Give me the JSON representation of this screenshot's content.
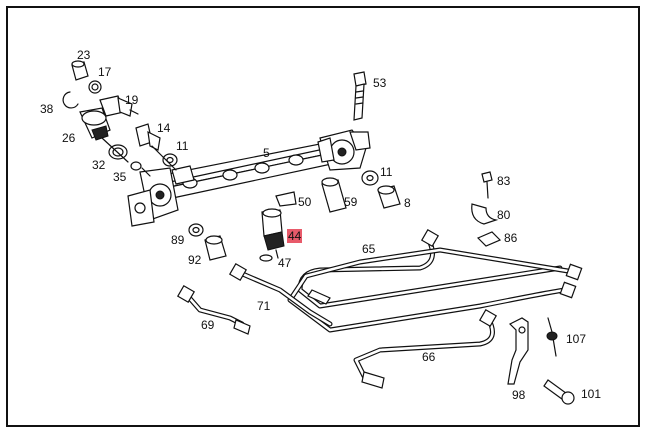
{
  "diagram": {
    "highlight_color": "#e85a6a",
    "labels": {
      "l5": "5",
      "l8": "8",
      "l11a": "11",
      "l11b": "11",
      "l14": "14",
      "l17": "17",
      "l19": "19",
      "l23": "23",
      "l26": "26",
      "l32": "32",
      "l35": "35",
      "l38": "38",
      "l44": "44",
      "l47": "47",
      "l50": "50",
      "l53": "53",
      "l59": "59",
      "l65": "65",
      "l66": "66",
      "l69": "69",
      "l71": "71",
      "l80": "80",
      "l83": "83",
      "l86": "86",
      "l89": "89",
      "l92": "92",
      "l98": "98",
      "l101": "101",
      "l107": "107"
    },
    "highlighted_part": "44"
  }
}
